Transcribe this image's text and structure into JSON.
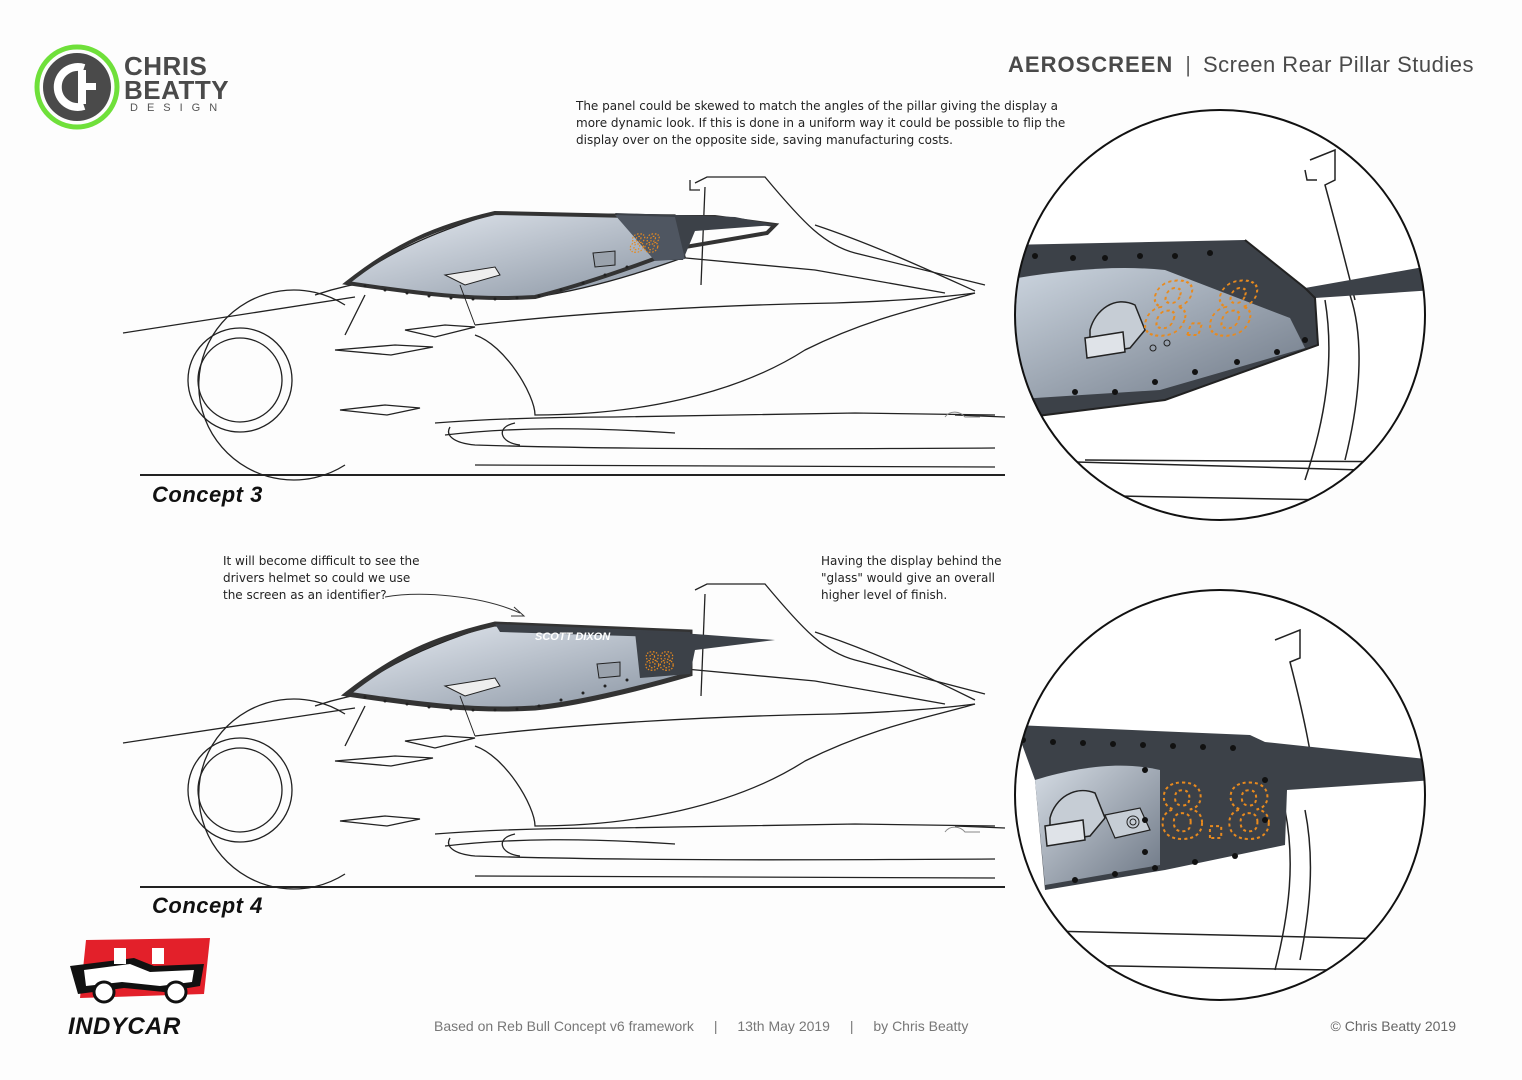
{
  "brand": {
    "line1": "CHRIS",
    "line2": "BEATTY",
    "line3": "DESIGN"
  },
  "header": {
    "title": "AEROSCREEN",
    "separator": "|",
    "subtitle": "Screen Rear Pillar Studies"
  },
  "notes": {
    "top": [
      "The panel could be skewed to match the angles of the pillar giving the display a",
      "more dynamic look. If this is done in a uniform way it could be possible to flip the",
      "display over on the opposite side, saving manufacturing costs."
    ],
    "left": [
      "It will become difficult to see the",
      "drivers helmet so could we use",
      "the screen as an identifier?"
    ],
    "right": [
      "Having the display behind the",
      "\"glass\" would give an overall",
      "higher level of finish."
    ]
  },
  "concepts": {
    "c3": "Concept 3",
    "c4": "Concept 4"
  },
  "driver_name": "SCOTT DIXON",
  "footer": {
    "framework": "Based on Reb Bull Concept v6 framework",
    "sep1": "|",
    "date": "13th May 2019",
    "sep2": "|",
    "author": "by Chris Beatty",
    "copyright": "© Chris Beatty 2019"
  },
  "indycar_label": "INDYCAR",
  "colors": {
    "accent_green": "#6fe03a",
    "display_orange": "#e88a1e",
    "panel_dark": "#3c4148",
    "indycar_red": "#e3202a"
  },
  "icons": {
    "logo": "cb-monogram-icon",
    "indycar": "indycar-car-icon"
  }
}
